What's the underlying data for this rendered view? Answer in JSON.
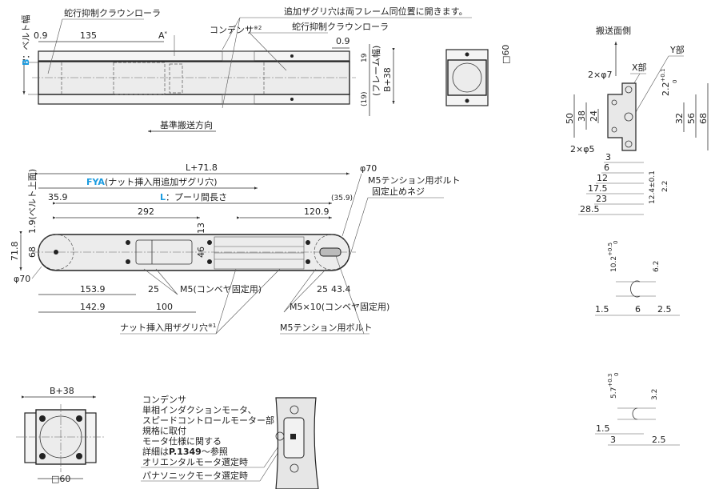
{
  "top_view": {
    "crown_roller_left": "蛇行抑制クラウンローラ",
    "crown_roller_right": "蛇行抑制クラウンローラ",
    "counterbore_note": "追加ザグリ穴は両フレーム同位置に開きます。",
    "condenser": "コンデンサ",
    "condenser_note_mark": "※2",
    "dim_0_9_left": "0.9",
    "dim_135": "135",
    "dim_A": "A",
    "dim_A_mark": "*",
    "dim_0_9_right": "0.9",
    "dim_19": "19",
    "dim_19_paren": "(19)",
    "frame_width": "(フレーム幅)",
    "b_plus_38": "B+38",
    "belt_width_letter": "B",
    "belt_width_label": "：ベルト幅",
    "direction": "基準搬送方向",
    "end_square": "□60"
  },
  "side_view": {
    "l_plus": "L+71.8",
    "fya_letter": "FYA",
    "fya_label": "(ナット挿入用追加ザグリ穴)",
    "l_letter": "L",
    "l_label": "：プーリ間長さ",
    "dim_35_9": "35.9",
    "dim_35_9_paren": "(35.9)",
    "dim_292": "292",
    "dim_120_9": "120.9",
    "dim_13": "13",
    "dim_46": "46",
    "dim_1_9": "1.9(ベルト上面)",
    "dim_71_8": "71.8",
    "dim_68": "68",
    "phi70_left": "φ70",
    "phi70_right": "φ70",
    "dim_153_9": "153.9",
    "dim_25_left": "25",
    "m5_fix": "M5(コンベヤ固定用)",
    "dim_142_9": "142.9",
    "dim_100": "100",
    "dim_25_right": "25",
    "dim_43_4": "43.4",
    "m5x10_fix": "M5×10(コンベヤ固定用)",
    "nut_counterbore": "ナット挿入用ザグリ穴",
    "nut_counterbore_mark": "※1",
    "tension_bolt": "M5テンション用ボルト",
    "tension_bolt_top": "M5テンション用ボルト",
    "set_screw": "固定止めネジ"
  },
  "section_view": {
    "conveying_side": "搬送面側",
    "y_part": "Y部",
    "x_part": "X部",
    "phi7": "2×φ7",
    "phi5": "2×φ5",
    "dim_50": "50",
    "dim_38": "38",
    "dim_24": "24",
    "dim_32": "32",
    "dim_56": "56",
    "dim_68": "68",
    "dim_2_2_top": "2.2",
    "tol_top": "+0.1",
    "tol_zero": "0",
    "dim_12_4": "12.4±0.1",
    "dim_2_2_bottom": "2.2",
    "h_dims": [
      "3",
      "6",
      "12",
      "17.5",
      "23",
      "28.5"
    ]
  },
  "detail_x": {
    "dim_10_2": "10.2",
    "tol_plus": "+0.5",
    "tol_zero": "0",
    "dim_6_2": "6.2",
    "dim_1_5": "1.5",
    "dim_6": "6",
    "dim_2_5": "2.5"
  },
  "detail_y": {
    "dim_5_7": "5.7",
    "tol_plus": "+0.3",
    "tol_zero": "0",
    "dim_3_2": "3.2",
    "dim_1_5": "1.5",
    "dim_3": "3",
    "dim_2_5": "2.5"
  },
  "motor_view": {
    "b_plus_38": "B+38",
    "square": "□60",
    "notes": [
      "コンデンサ",
      "単相インダクションモータ、",
      "スピードコントロールモーター部",
      "規格に取付",
      "モータ仕様に関する",
      "詳細は",
      "オリエンタルモータ選定時"
    ],
    "page_ref": "P.1349",
    "page_ref_suffix": "～参照",
    "panasonic": "パナソニックモータ選定時"
  }
}
